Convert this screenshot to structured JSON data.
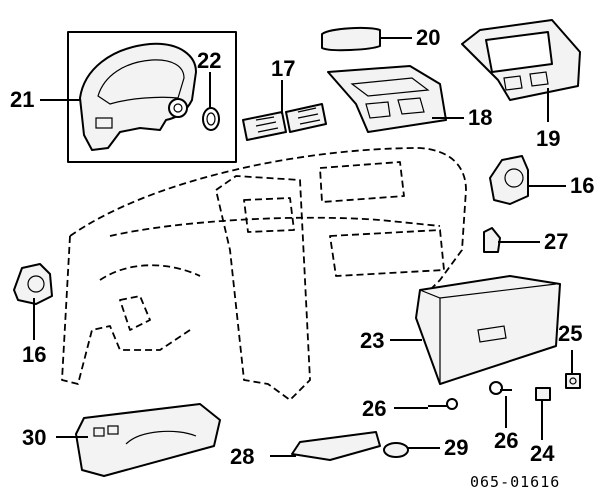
{
  "diagram_code": "065-01616",
  "callouts": {
    "c16a": "16",
    "c16b": "16",
    "c17": "17",
    "c18": "18",
    "c19": "19",
    "c20": "20",
    "c21": "21",
    "c22": "22",
    "c23": "23",
    "c24": "24",
    "c25": "25",
    "c26a": "26",
    "c26b": "26",
    "c27": "27",
    "c28": "28",
    "c29": "29",
    "c30": "30"
  }
}
